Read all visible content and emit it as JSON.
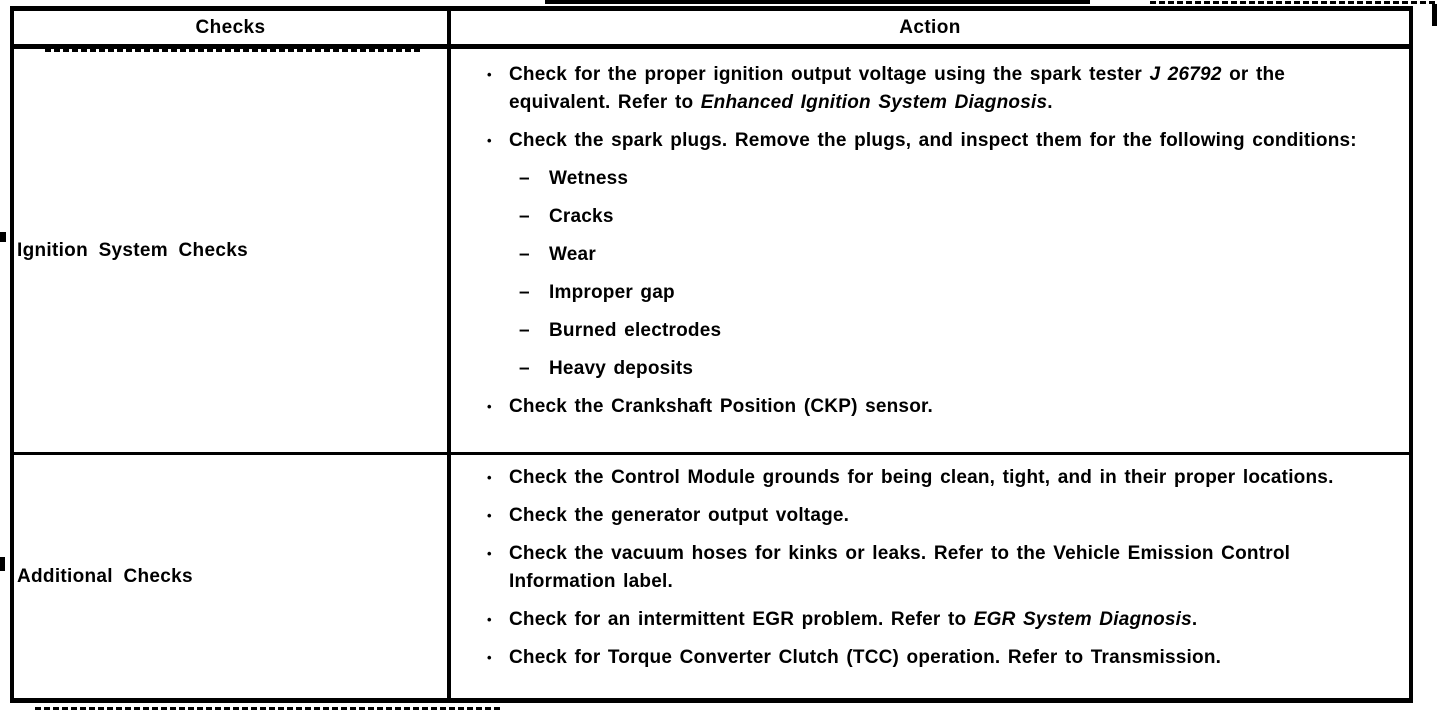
{
  "glyphs": {
    "bullet": "•",
    "dash": "–"
  },
  "table": {
    "header": {
      "checks": "Checks",
      "action": "Action"
    },
    "rows": {
      "ignition": {
        "label": "Ignition System Checks",
        "bullet1": {
          "pre": "Check for the proper ignition output voltage using the spark tester ",
          "tool": "J 26792",
          "mid": " or the equivalent. Refer to ",
          "ref": "Enhanced Ignition System Diagnosis",
          "end": "."
        },
        "bullet2": "Check the spark plugs. Remove the plugs, and inspect them for the following conditions:",
        "dashes": [
          "Wetness",
          "Cracks",
          "Wear",
          "Improper gap",
          "Burned electrodes",
          "Heavy deposits"
        ],
        "bullet3": "Check the Crankshaft Position (CKP) sensor."
      },
      "additional": {
        "label": "Additional Checks",
        "bullet1": "Check the Control Module grounds for being clean, tight, and in their proper locations.",
        "bullet2": "Check the generator output voltage.",
        "bullet3": "Check the vacuum hoses for kinks or leaks. Refer to the Vehicle Emission Control Information label.",
        "bullet4": {
          "pre": "Check for an intermittent EGR problem. Refer to ",
          "ref": "EGR System Diagnosis",
          "end": "."
        },
        "bullet5": "Check for Torque Converter Clutch (TCC) operation. Refer to Transmission."
      }
    }
  }
}
